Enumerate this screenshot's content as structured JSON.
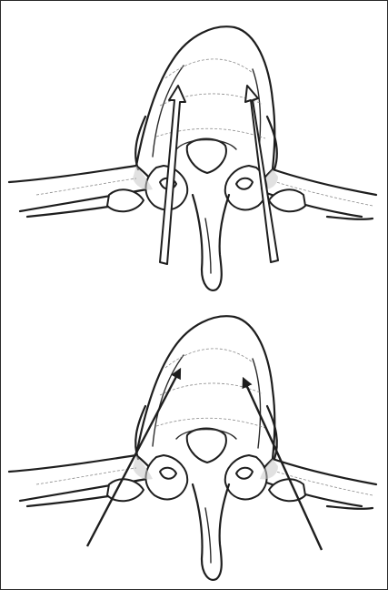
{
  "figure": {
    "panels": [
      {
        "id": "top",
        "arrow_style": "hollow",
        "arrow_trajectory": "parallel-anterior"
      },
      {
        "id": "bottom",
        "arrow_style": "solid",
        "arrow_trajectory": "converging-oblique"
      }
    ],
    "colors": {
      "line": "#1e1e1e",
      "shading": "#8a8a8a",
      "background": "#ffffff",
      "frame": "#2a2a2a"
    }
  }
}
